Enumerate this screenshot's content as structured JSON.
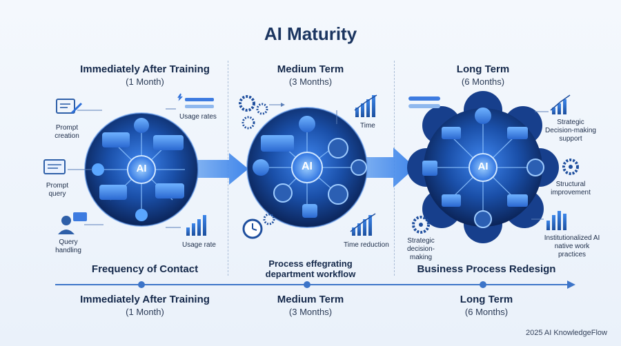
{
  "title": "AI Maturity",
  "stages": [
    {
      "heading": "Immediately After Training",
      "sub": "(1 Month)"
    },
    {
      "heading": "Medium Term",
      "sub": "(3 Months)"
    },
    {
      "heading": "Long Term",
      "sub": "(6 Months)"
    }
  ],
  "hub_label": "AI",
  "stage1_labels": {
    "prompt_creation": "Prompt creation",
    "prompt_query": "Prompt query",
    "query_handling": "Query handling",
    "usage_rates": "Usage rates",
    "usage_rate": "Usage rate"
  },
  "stage2_labels": {
    "time": "Time",
    "time_reduction": "Time reduction"
  },
  "stage3_labels": {
    "strategic_support": "Strategic Decision-making support",
    "structural": "Structural improvement",
    "institutionalized": "Institutionalized AI native work practices",
    "strategic_dm": "Strategic decision-making"
  },
  "captions": {
    "stage1": "Frequency of Contact",
    "stage2": "Process effegrating department workflow",
    "stage3": "Business Process Redesign"
  },
  "timeline": [
    {
      "heading": "Immediately After Training",
      "sub": "(1 Month)"
    },
    {
      "heading": "Medium Term",
      "sub": "(3 Months)"
    },
    {
      "heading": "Long Term",
      "sub": "(6 Months)"
    }
  ],
  "footer": "2025 AI KnowledgeFlow",
  "colors": {
    "primary": "#1d5fc0",
    "dark": "#0f2c63",
    "light": "#6ea8ff",
    "text": "#14284a"
  }
}
